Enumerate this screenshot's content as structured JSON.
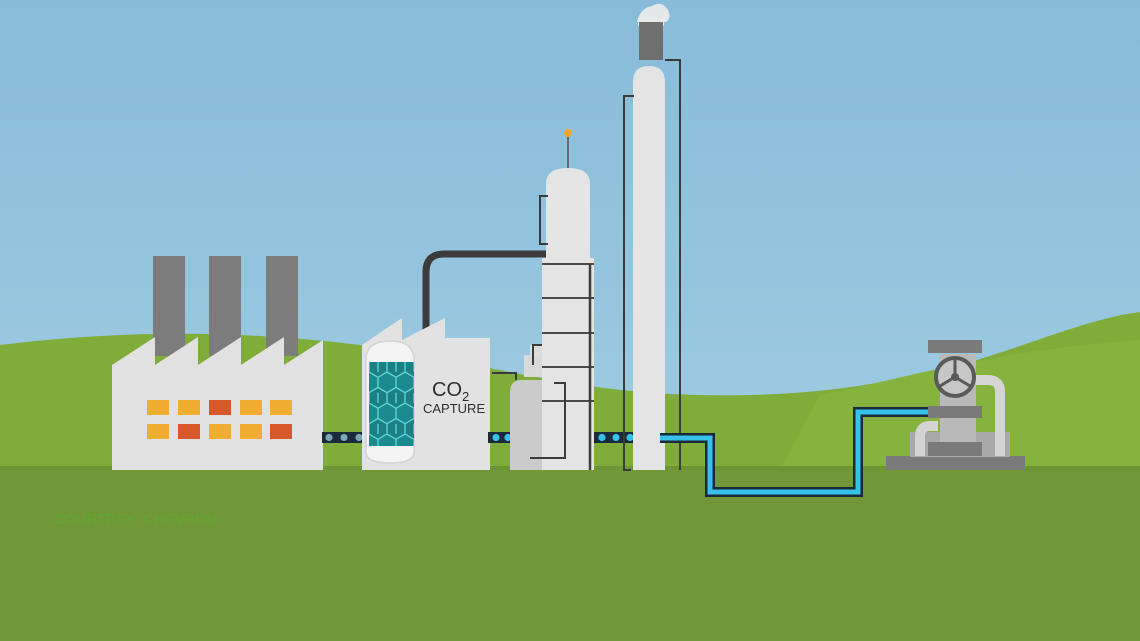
{
  "capture_unit": {
    "formula_main": "CO",
    "formula_sub": "2",
    "label": "CAPTURE"
  },
  "credit": "COURTESY: CHEVRON",
  "colors": {
    "sky_top": "#88bcd9",
    "sky_bottom": "#a9d3e6",
    "far_hill": "#80ae3a",
    "ground": "#719838",
    "building": "#e2e2e2",
    "building_shade": "#cfcfcf",
    "chimney": "#7c7c7c",
    "window_yellow": "#f1ad31",
    "window_red": "#d75829",
    "pipe_blue": "#36c2ea",
    "pipe_dark": "#1a2a3a",
    "hex_teal": "#1b8a8f",
    "hex_stroke": "#5fd2cf",
    "beacon": "#f0a62a",
    "dark_pipe": "#3b3b3b",
    "smoke": "#ececec"
  }
}
